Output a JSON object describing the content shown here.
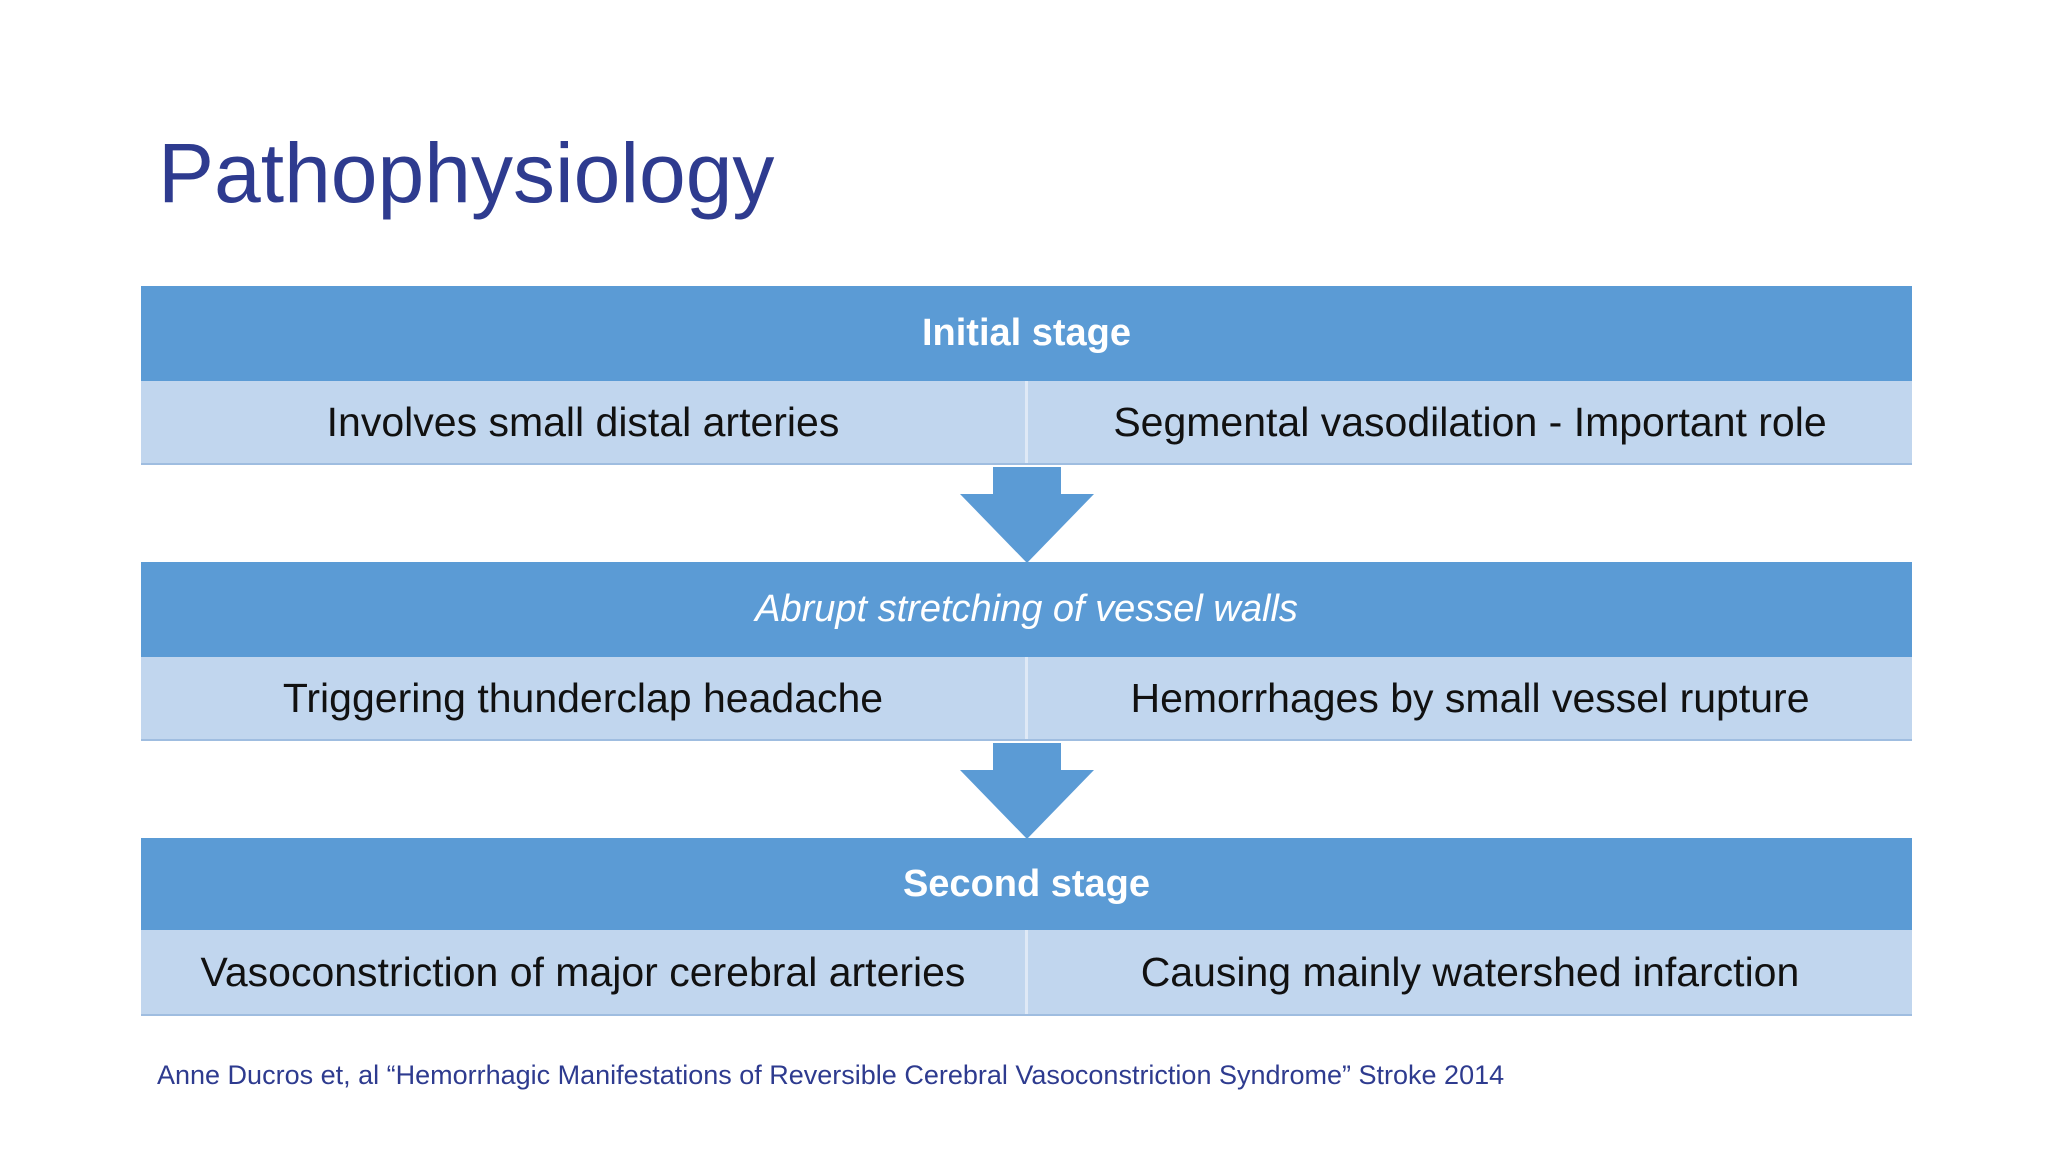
{
  "slide": {
    "title": "Pathophysiology",
    "citation": "Anne Ducros et, al “Hemorrhagic Manifestations of Reversible Cerebral Vasoconstriction Syndrome” Stroke 2014"
  },
  "stages": [
    {
      "header": "Initial stage",
      "cells": [
        "Involves small distal arteries",
        "Segmental vasodilation - Important role"
      ]
    },
    {
      "header": "Abrupt stretching of vessel walls",
      "cells": [
        "Triggering thunderclap headache",
        "Hemorrhages by small vessel rupture"
      ]
    },
    {
      "header": "Second stage",
      "cells": [
        "Vasoconstriction of major cerebral arteries",
        "Causing mainly watershed infarction"
      ]
    }
  ],
  "colors": {
    "title": "#2e3b8f",
    "header_fill": "#5b9bd5",
    "row_fill": "#c1d6ee",
    "arrow_fill": "#5b9bd5"
  },
  "icons": [
    "arrow-down-icon",
    "arrow-down-icon"
  ]
}
